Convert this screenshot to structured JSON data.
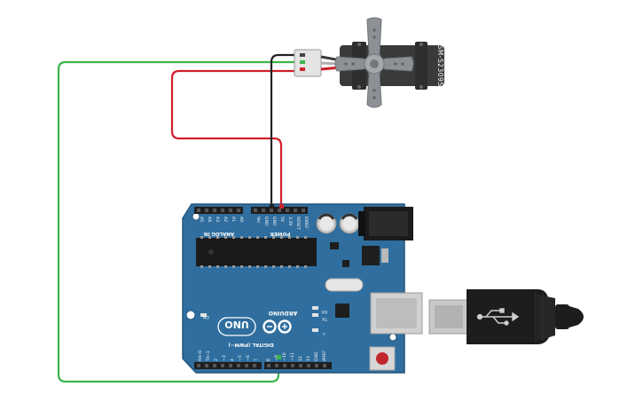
{
  "servo": {
    "model_label": "SM-S2309S"
  },
  "board": {
    "brand_label": "ARDUINO",
    "model_label": "UNO",
    "analog_in_label": "ANALOG IN",
    "analog_pins": [
      "A5",
      "A4",
      "A3",
      "A2",
      "A1",
      "A0"
    ],
    "power_label": "POWER",
    "power_pins": [
      "Vin",
      "GND",
      "GND",
      "5V",
      "3.3V",
      "RESET",
      "IOREF"
    ],
    "digital_label": "DIGITAL (PWM~)",
    "digital_pins_low": [
      "RX─0",
      "TX─1",
      "2",
      "~3",
      "4",
      "~5",
      "~6",
      "7"
    ],
    "digital_pins_high": [
      "8",
      "~9",
      "~10",
      "~11",
      "12",
      "13",
      "GND",
      "AREF"
    ],
    "led_labels": [
      "ON",
      "TX",
      "RX",
      "L"
    ]
  },
  "wires": {
    "signal_color": "#3cb44b",
    "power_color": "#d0202a",
    "ground_color": "#222222"
  },
  "colors": {
    "board": "#2f6e9e",
    "board_edge": "#23557c",
    "servo_body": "#3a3a3a",
    "servo_horn": "#8d9095",
    "usb_cable": "#1d1d1d",
    "reset_button": "#c0262d"
  }
}
